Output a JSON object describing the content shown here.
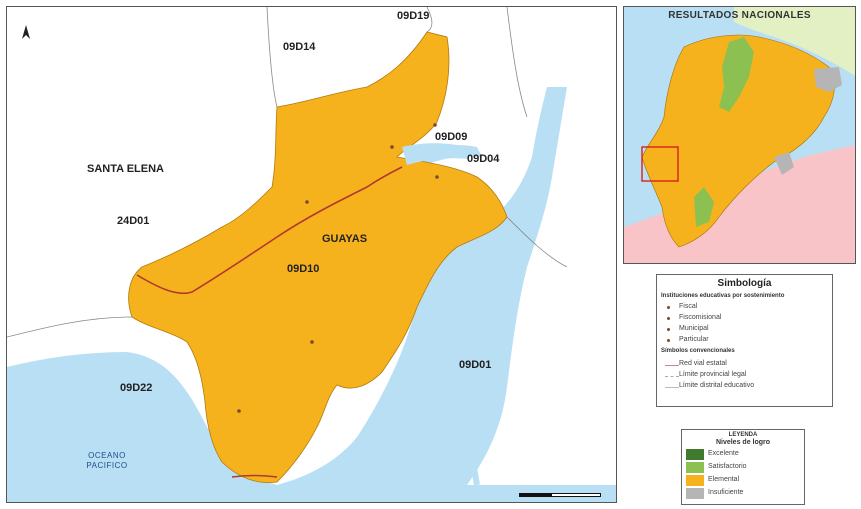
{
  "main_map": {
    "district_labels": [
      "09D19",
      "09D14",
      "09D09",
      "09D04",
      "SANTA ELENA",
      "24D01",
      "GUAYAS",
      "09D10",
      "09D01",
      "09D22"
    ],
    "ocean_label_line1": "OCEANO",
    "ocean_label_line2": "PACIFICO",
    "north_symbol": "north-arrow-icon",
    "colors": {
      "sea": "#b9dff4",
      "land": "#ffffff",
      "highlight_region": "#f5b21c",
      "road": "#b03a2e",
      "boundary": "#8a8a8a"
    }
  },
  "inset": {
    "title": "RESULTADOS NACIONALES",
    "colors": {
      "sea": "#b9dff4",
      "north_neighbor": "#e3f0c4",
      "south_neighbor": "#f8c4c8",
      "country": "#f5b21c",
      "satisfactory": "#8cc152",
      "insufficient": "#b5b5b5",
      "frame": "#d62020"
    }
  },
  "simbologia": {
    "title": "Simbología",
    "subtitle_1": "Instituciones educativas por sostenimiento",
    "items": [
      "Fiscal",
      "Fiscomisional",
      "Municipal",
      "Particular"
    ],
    "subtitle_2": "Símbolos convencionales",
    "line_items": [
      "Red vial estatal",
      "Límite provincial legal",
      "Límite distrital educativo"
    ]
  },
  "leyenda": {
    "title": "LEYENDA",
    "subtitle": "Niveles de logro",
    "items": [
      {
        "label": "Excelente",
        "color": "#3f7a2e"
      },
      {
        "label": "Satisfactorio",
        "color": "#8cc152"
      },
      {
        "label": "Elemental",
        "color": "#f5b21c"
      },
      {
        "label": "Insuficiente",
        "color": "#b5b5b5"
      }
    ]
  }
}
